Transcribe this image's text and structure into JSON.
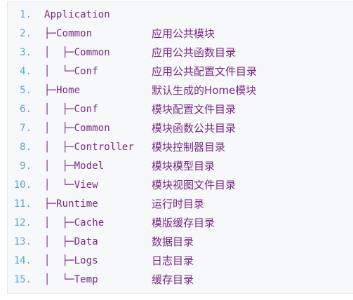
{
  "code": {
    "lines": [
      {
        "num": "1.",
        "path": "Application",
        "desc": ""
      },
      {
        "num": "2.",
        "path": "├─Common",
        "desc": "应用公共模块"
      },
      {
        "num": "3.",
        "path": "│  ├─Common",
        "desc": "应用公共函数目录"
      },
      {
        "num": "4.",
        "path": "│  └─Conf",
        "desc": "应用公共配置文件目录"
      },
      {
        "num": "5.",
        "path": "├─Home",
        "desc": "默认生成的Home模块"
      },
      {
        "num": "6.",
        "path": "│  ├─Conf",
        "desc": "模块配置文件目录"
      },
      {
        "num": "7.",
        "path": "│  ├─Common",
        "desc": "模块函数公共目录"
      },
      {
        "num": "8.",
        "path": "│  ├─Controller",
        "desc": "模块控制器目录"
      },
      {
        "num": "9.",
        "path": "│  ├─Model",
        "desc": "模块模型目录"
      },
      {
        "num": "10.",
        "path": "│  └─View",
        "desc": "模块视图文件目录"
      },
      {
        "num": "11.",
        "path": "├─Runtime",
        "desc": "运行时目录"
      },
      {
        "num": "12.",
        "path": "│  ├─Cache",
        "desc": "模版缓存目录"
      },
      {
        "num": "13.",
        "path": "│  ├─Data",
        "desc": "数据目录"
      },
      {
        "num": "14.",
        "path": "│  ├─Logs",
        "desc": "日志目录"
      },
      {
        "num": "15.",
        "path": "│  └─Temp",
        "desc": "缓存目录"
      }
    ]
  }
}
